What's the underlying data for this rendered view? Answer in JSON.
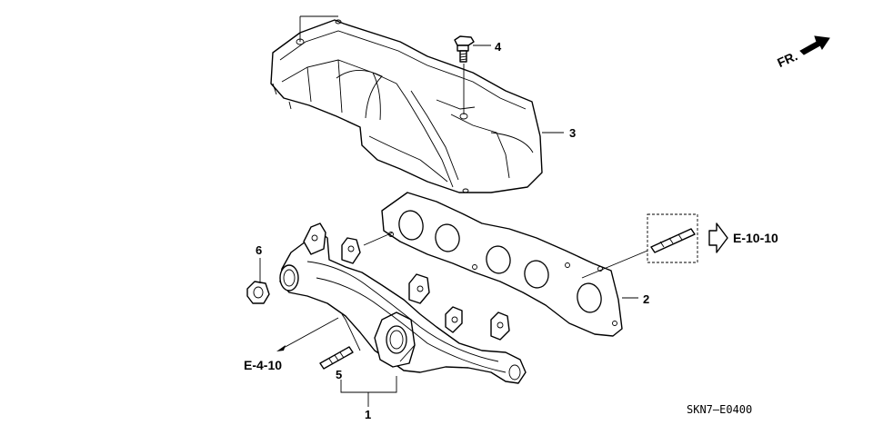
{
  "callouts": {
    "c1": "1",
    "c2": "2",
    "c3": "3",
    "c4": "4",
    "c5": "5",
    "c6": "6"
  },
  "references": {
    "ref_e1010": "E-10-10",
    "ref_e410": "E-4-10"
  },
  "orientation_label": "FR.",
  "diagram_code": "SKN7—E0400",
  "icons": {
    "front_arrow": "front-arrow-icon",
    "reference_arrow": "hollow-arrow-icon"
  }
}
